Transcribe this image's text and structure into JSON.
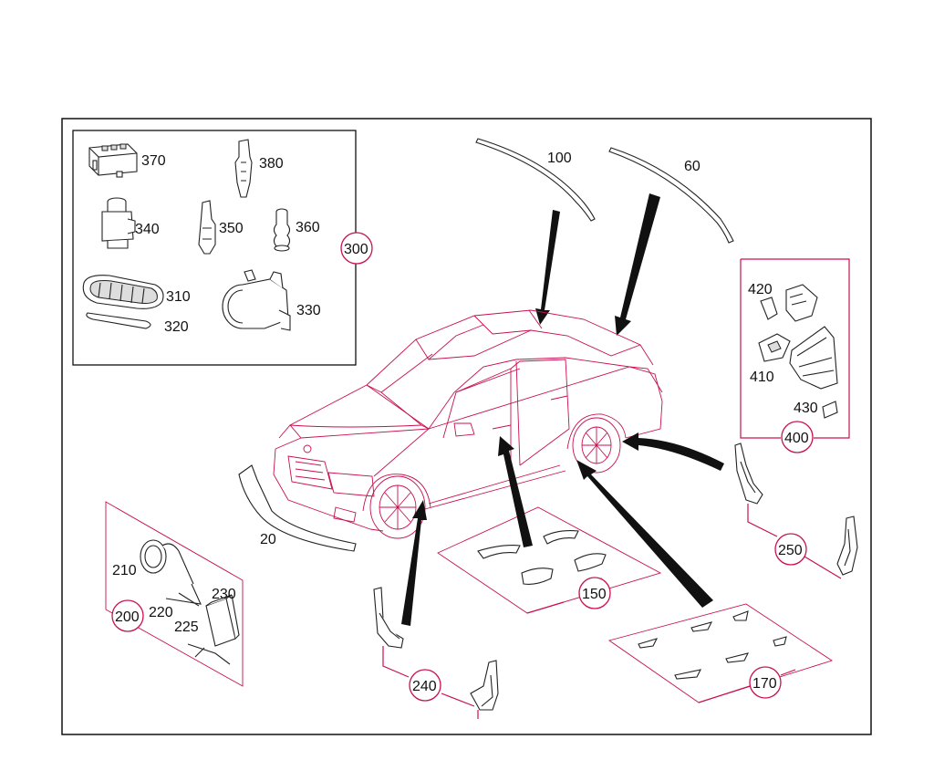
{
  "labels": {
    "p20": "20",
    "p60": "60",
    "p100": "100",
    "p150": "150",
    "p170": "170",
    "p200": "200",
    "p210": "210",
    "p220": "220",
    "p225": "225",
    "p230": "230",
    "p240": "240",
    "p250": "250",
    "p300": "300",
    "p310": "310",
    "p320": "320",
    "p330": "330",
    "p340": "340",
    "p350": "350",
    "p360": "360",
    "p370": "370",
    "p380": "380",
    "p400": "400",
    "p410": "410",
    "p420": "420",
    "p430": "430"
  },
  "colors": {
    "line": "#c8104f",
    "ink": "#111111",
    "background": "#ffffff"
  }
}
